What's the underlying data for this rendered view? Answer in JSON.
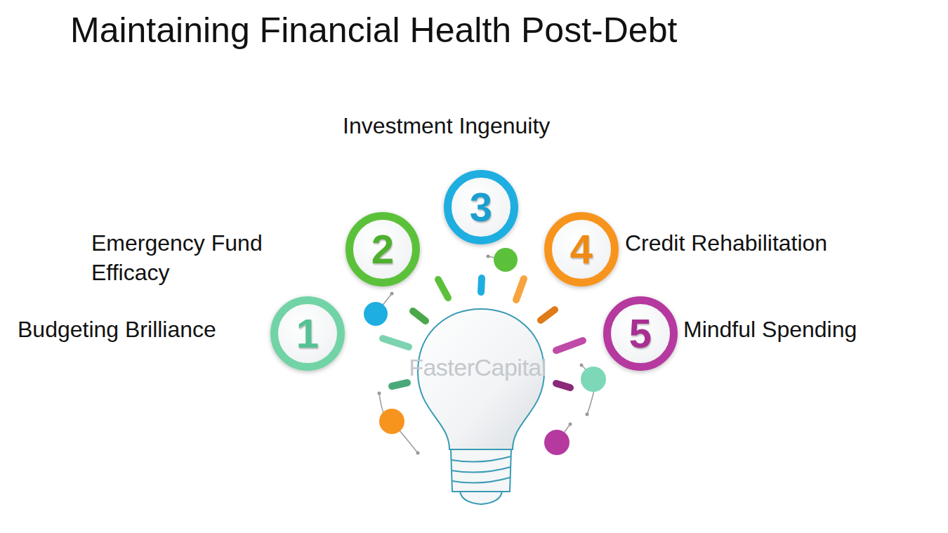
{
  "diagram": {
    "title": "Maintaining Financial Health Post-Debt",
    "nodes": [
      {
        "text": [
          "1",
          "Budgeting Brilliance"
        ]
      },
      {
        "text": [
          "2",
          "Emergency Fund Efficacy"
        ]
      },
      {
        "text": [
          "3",
          "Investment Ingenuity"
        ]
      },
      {
        "text": [
          "4",
          "Credit Rehabilitation"
        ]
      },
      {
        "text": [
          "5",
          "Mindful Spending"
        ]
      }
    ],
    "labels": [
      "FasterCapital"
    ]
  }
}
